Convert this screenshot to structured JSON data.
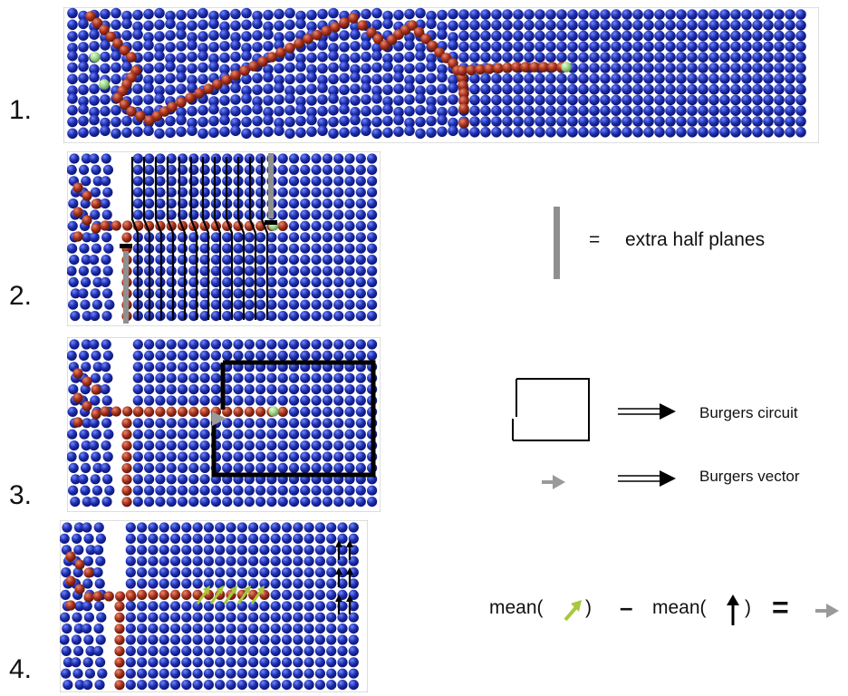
{
  "panels": {
    "p1": {
      "number": "1."
    },
    "p2": {
      "number": "2."
    },
    "p3": {
      "number": "3."
    },
    "p4": {
      "number": "4."
    }
  },
  "legend": {
    "half_planes": {
      "equals": "=",
      "text": "extra half planes"
    },
    "burgers_circuit": {
      "text": "Burgers circuit"
    },
    "burgers_vector": {
      "text": "Burgers vector"
    },
    "formula": {
      "left_func": "mean(",
      "left_close": ")",
      "minus": "–",
      "right_func": "mean(",
      "right_close": ")",
      "equals": "="
    }
  },
  "colors": {
    "bulk_atom": "#1f2fae",
    "defect_atom": "#a8321e",
    "highlight_atom": "#9fd58a",
    "half_plane": "#8f8f8f",
    "burgers_vector": "#9a9a9a",
    "green_arrow": "#a6c93a",
    "border": "#000000"
  }
}
